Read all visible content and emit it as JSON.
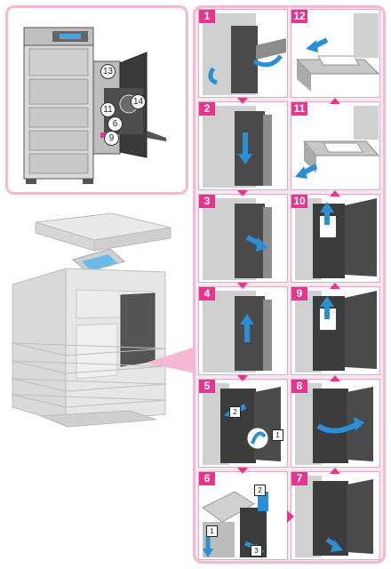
{
  "overview": {
    "callouts": [
      "13",
      "14",
      "11",
      "6",
      "9"
    ]
  },
  "steps": [
    {
      "num": "1"
    },
    {
      "num": "12"
    },
    {
      "num": "2"
    },
    {
      "num": "11"
    },
    {
      "num": "3"
    },
    {
      "num": "10"
    },
    {
      "num": "4"
    },
    {
      "num": "9"
    },
    {
      "num": "5",
      "sub": [
        "2",
        "1"
      ]
    },
    {
      "num": "8"
    },
    {
      "num": "6",
      "sub": [
        "2",
        "1",
        "3"
      ]
    },
    {
      "num": "7"
    }
  ],
  "colors": {
    "accent": "#e8348c",
    "frame": "#f4b8d3",
    "frame_fill": "#fbe6ef",
    "arrow_blue": "#2a8fd6"
  }
}
